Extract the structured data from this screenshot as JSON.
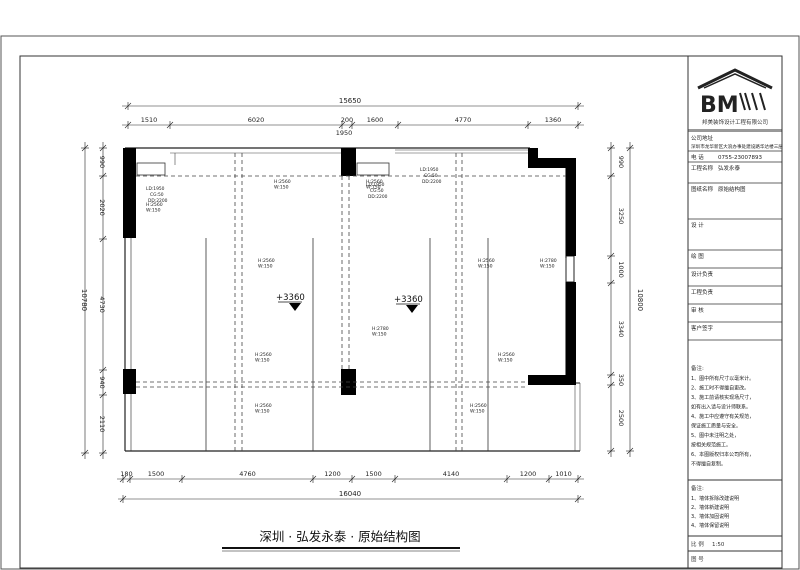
{
  "drawing": {
    "caption": "深圳 · 弘发永泰 · 原始结构图",
    "dims_top_total": "15650",
    "dims_top_inner": "1950",
    "dims_top": [
      "1510",
      "6020",
      "200",
      "1600",
      "4770",
      "1360"
    ],
    "dims_bottom_total": "16040",
    "dims_bottom": [
      "180",
      "1500",
      "4760",
      "1200",
      "1500",
      "4140",
      "1200",
      "1010"
    ],
    "dims_left_total": "10780",
    "dims_left": [
      "990",
      "2020",
      "4730",
      "940",
      "2110"
    ],
    "dims_right_total": "10800",
    "dims_right": [
      "990",
      "3250",
      "1000",
      "3340",
      "350",
      "2500"
    ],
    "levels": [
      "+3360",
      "+3360"
    ],
    "beam_notes": [
      {
        "a": "H:2560",
        "b": "W:150"
      },
      {
        "a": "H:2560",
        "b": "W:150"
      },
      {
        "a": "H:2560",
        "b": "W:150"
      },
      {
        "a": "H:2560",
        "b": "W:150"
      },
      {
        "a": "H:2560",
        "b": "W:150"
      },
      {
        "a": "H:2780",
        "b": "W:150"
      },
      {
        "a": "H:2780",
        "b": "W:150"
      },
      {
        "a": "H:2560",
        "b": "W:150"
      },
      {
        "a": "H:2560",
        "b": "W:150"
      },
      {
        "a": "H:2560",
        "b": "W:150"
      },
      {
        "a": "H:2560",
        "b": "W:150"
      }
    ],
    "window_notes": [
      {
        "a": "LD:1950",
        "b": "CG:50",
        "c": "DD:2200"
      },
      {
        "a": "LD:1950",
        "b": "CG:50",
        "c": "DD:2200"
      },
      {
        "a": "LD:1950",
        "b": "CG:50",
        "c": "DD:2200"
      }
    ]
  },
  "title_block": {
    "company_name": "邦美装饰设计工程有限公司",
    "rows": [
      {
        "label": "公司地址",
        "value": "深圳市龙华新区大浪办事处建设路华达楼三层"
      },
      {
        "label": "电 话",
        "value": "0755-23007893"
      },
      {
        "label": "工程名称",
        "value": "弘发永泰"
      },
      {
        "label": "图纸名称",
        "value": "原始结构图"
      },
      {
        "label": "设 计",
        "value": ""
      },
      {
        "label": "绘 图",
        "value": ""
      },
      {
        "label": "设计负责",
        "value": ""
      },
      {
        "label": "工程负责",
        "value": ""
      },
      {
        "label": "审 核",
        "value": ""
      },
      {
        "label": "客户签字",
        "value": ""
      }
    ],
    "notes_title": "备注:",
    "notes_lines": [
      "1、图中所有尺寸以毫米计。",
      "2、施工时不得擅自更改。",
      "3、施工前请核实现场尺寸，",
      "如有出入请与设计师联系。",
      "4、施工中应遵守有关规范，",
      "保证施工质量与安全。",
      "5、图中未注明之处，",
      "按相关规范施工。",
      "6、本图版权归本公司所有，",
      "不得擅自复制。"
    ],
    "legend_title": "备注:",
    "legend_lines": [
      "1、墙体拆除改建说明",
      "2、墙体新建说明",
      "3、墙体加固说明",
      "4、墙体保留说明"
    ],
    "scale_label": "比 例",
    "scale_value": "1:50",
    "sheet_label": "图 号",
    "sheet_value": ""
  }
}
